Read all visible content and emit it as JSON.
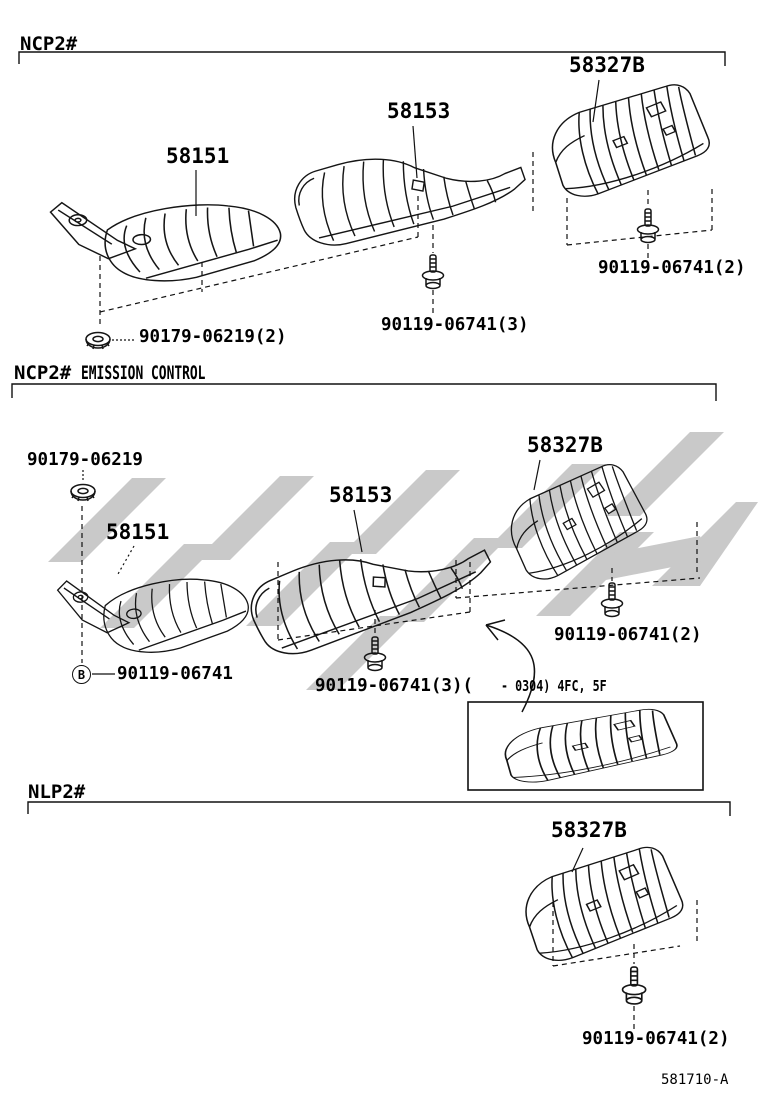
{
  "sections": {
    "sec1": {
      "header": "NCP2#",
      "part_58151": "58151",
      "part_58153": "58153",
      "part_58327b": "58327B",
      "fastener_nut": "90179-06219(2)",
      "fastener_bolt_center": "90119-06741(3)",
      "fastener_bolt_right": "90119-06741(2)"
    },
    "sec2": {
      "header_model": "NCP2#",
      "header_note": "EMISSION CONTROL",
      "fastener_nut": "90179-06219",
      "part_58151": "58151",
      "part_58153": "58153",
      "part_58327b": "58327B",
      "callout_letter": "B",
      "fastener_bolt_b": "90119-06741",
      "fastener_bolt_center": "90119-06741(3)(",
      "applicability_note": "- 0304) 4FC, 5F",
      "fastener_bolt_right": "90119-06741(2)"
    },
    "sec3": {
      "header": "NLP2#",
      "part_58327b": "58327B",
      "fastener_bolt": "90119-06741(2)"
    },
    "footer": {
      "doc_code": "581710-A"
    },
    "glyphs": {
      "nut": "flanged-nut-icon",
      "bolt": "stud-bolt-icon",
      "arrow": "curved-arrow-icon",
      "watermark": "gray-logo-watermark"
    }
  }
}
